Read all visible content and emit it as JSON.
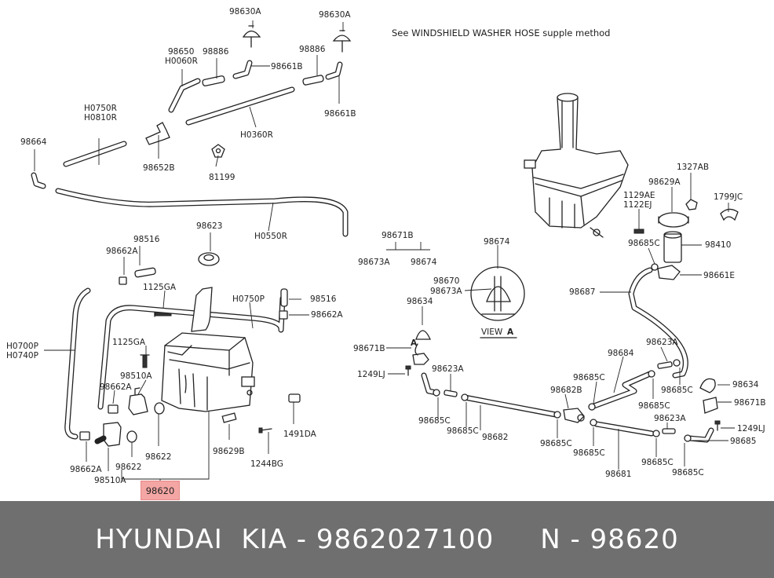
{
  "diagram": {
    "note": "See WINDSHIELD WASHER HOSE supple method",
    "labels": {
      "l_98630A_1": "98630A",
      "l_98630A_2": "98630A",
      "l_98650": "98650",
      "l_H0060R": "H0060R",
      "l_98886_1": "98886",
      "l_98661B_1": "98661B",
      "l_98886_2": "98886",
      "l_98661B_2": "98661B",
      "l_H0750R": "H0750R",
      "l_H0810R": "H0810R",
      "l_H0360R": "H0360R",
      "l_98664": "98664",
      "l_98652B": "98652B",
      "l_81199": "81199",
      "l_H0550R": "H0550R",
      "l_98623": "98623",
      "l_98516_1": "98516",
      "l_98662A_1": "98662A",
      "l_1125GA_1": "1125GA",
      "l_H0750P": "H0750P",
      "l_98516_2": "98516",
      "l_98662A_2": "98662A",
      "l_H0700P": "H0700P",
      "l_H0740P": "H0740P",
      "l_1125GA_2": "1125GA",
      "l_98510A_1": "98510A",
      "l_98662A_3": "98662A",
      "l_98622_1": "98622",
      "l_98622_2": "98622",
      "l_98629B": "98629B",
      "l_1491DA": "1491DA",
      "l_1244BG": "1244BG",
      "l_98662A_4": "98662A",
      "l_98510A_2": "98510A",
      "l_98671B_1": "98671B",
      "l_98673A_1": "98673A",
      "l_98674_1": "98674",
      "l_98674_2": "98674",
      "l_98670": "98670",
      "l_98673A_2": "98673A",
      "l_98634_1": "98634",
      "l_view": "VIEW",
      "l_view_a": "A",
      "l_a_marker": "A",
      "l_98671B_2": "98671B",
      "l_1249LJ_1": "1249LJ",
      "l_98623A_1": "98623A",
      "l_98685C_1": "98685C",
      "l_98685C_2": "98685C",
      "l_98682": "98682",
      "l_98682B": "98682B",
      "l_98685C_3": "98685C",
      "l_98685C_4": "98685C",
      "l_98685C_5": "98685C",
      "l_98684": "98684",
      "l_98681": "98681",
      "l_98685C_6": "98685C",
      "l_98685C_7": "98685C",
      "l_98623A_2": "98623A",
      "l_98623A_3": "98623A",
      "l_98685C_8": "98685C",
      "l_98634_2": "98634",
      "l_98671B_3": "98671B",
      "l_1249LJ_2": "1249LJ",
      "l_98685": "98685",
      "l_98685C_9": "98685C",
      "l_98687": "98687",
      "l_98661E": "98661E",
      "l_98410": "98410",
      "l_98685C_10": "98685C",
      "l_1129AE": "1129AE",
      "l_1122EJ": "1122EJ",
      "l_98629A": "98629A",
      "l_1327AB": "1327AB",
      "l_1799JC": "1799JC"
    },
    "highlighted_part": "98620"
  },
  "footer": {
    "text": "HYUNDAI  KIA - 9862027100     N - 98620"
  },
  "colors": {
    "highlight": "#f4a6a4",
    "footer_bg": "#6f6f6f",
    "footer_text": "#ffffff",
    "line": "#222222"
  }
}
